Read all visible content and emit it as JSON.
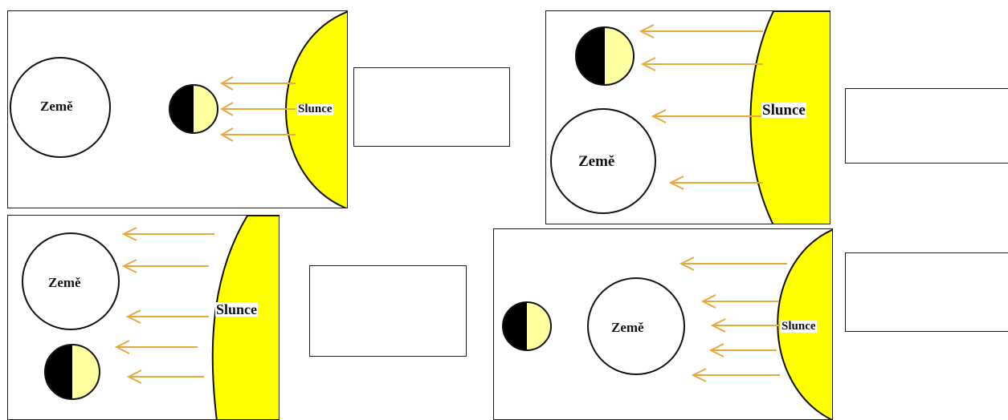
{
  "colors": {
    "sun": "#ffff00",
    "sun_rim": "#111111",
    "arrow": "#e8a93c",
    "moon_lit": "#ffffa0",
    "moon_dark": "#000000",
    "outline": "#1a1a1a"
  },
  "panels": [
    {
      "earth_label": "Země",
      "sun_label": "Slunce",
      "moon_lit_side": "right",
      "answer": ""
    },
    {
      "earth_label": "Země",
      "sun_label": "Slunce",
      "moon_lit_side": "right",
      "answer": ""
    },
    {
      "earth_label": "Země",
      "sun_label": "Slunce",
      "moon_lit_side": "right",
      "answer": ""
    },
    {
      "earth_label": "Země",
      "sun_label": "Slunce",
      "moon_lit_side": "right",
      "answer": ""
    }
  ]
}
